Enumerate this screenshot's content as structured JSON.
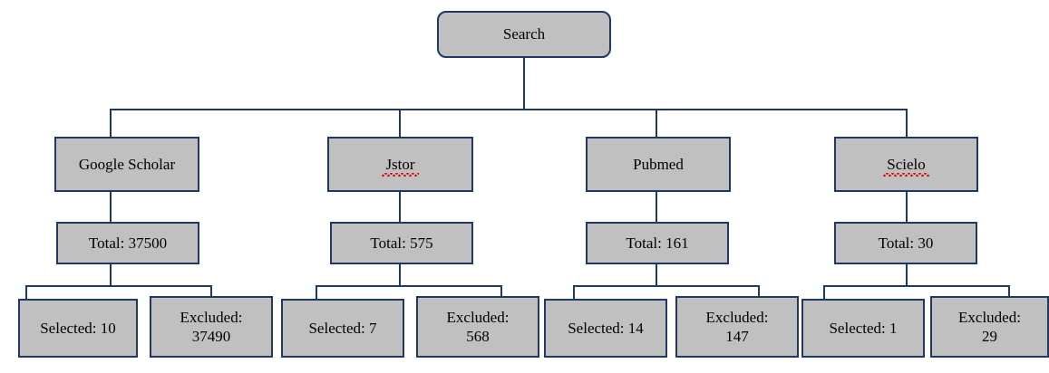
{
  "diagram": {
    "title": "Search",
    "root": {
      "label": "Search"
    },
    "sources": [
      {
        "name": "Google Scholar",
        "misspelled": false,
        "total_label": "Total: 37500",
        "total_value": 37500,
        "selected_label": "Selected: 10",
        "selected_value": 10,
        "excluded_label": "Excluded:",
        "excluded_value_label": "37490",
        "excluded_value": 37490
      },
      {
        "name": "Jstor",
        "misspelled": true,
        "total_label": "Total: 575",
        "total_value": 575,
        "selected_label": "Selected: 7",
        "selected_value": 7,
        "excluded_label": "Excluded:",
        "excluded_value_label": "568",
        "excluded_value": 568
      },
      {
        "name": "Pubmed",
        "misspelled": false,
        "total_label": "Total: 161",
        "total_value": 161,
        "selected_label": "Selected: 14",
        "selected_value": 14,
        "excluded_label": "Excluded:",
        "excluded_value_label": "147",
        "excluded_value": 147
      },
      {
        "name": "Scielo",
        "misspelled": true,
        "total_label": "Total: 30",
        "total_value": 30,
        "selected_label": "Selected: 1",
        "selected_value": 1,
        "excluded_label": "Excluded:",
        "excluded_value_label": "29",
        "excluded_value": 29
      }
    ],
    "colors": {
      "node_fill": "#c0c0c0",
      "node_border": "#1f3864",
      "connector": "#1f3864",
      "text": "#000000",
      "spellcheck_underline": "#e00000",
      "background": "#ffffff"
    }
  }
}
